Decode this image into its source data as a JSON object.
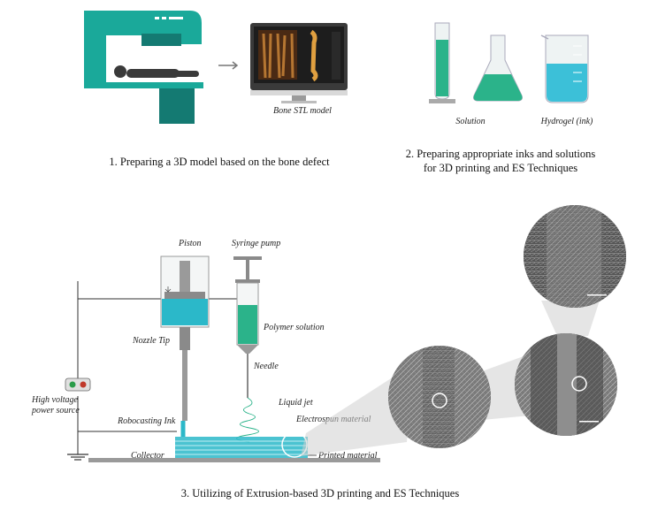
{
  "panel1": {
    "model_label": "Bone STL model",
    "caption": "1. Preparing a 3D model based on the bone defect",
    "colors": {
      "scanner": "#1aa99a",
      "scanner_dark": "#147a72",
      "patient": "#3a3a3a"
    }
  },
  "panel2": {
    "solution_label": "Solution",
    "hydrogel_label": "Hydrogel (ink)",
    "caption_line1": "2. Preparing appropriate inks and solutions",
    "caption_line2": "for 3D printing and ES Techniques",
    "colors": {
      "liquid_green": "#2bb38a",
      "liquid_blue": "#3cc0d8"
    }
  },
  "panel3": {
    "labels": {
      "piston": "Piston",
      "syringe_pump": "Syringe pump",
      "nozzle_tip": "Nozzle Tip",
      "polymer_solution": "Polymer solution",
      "needle": "Needle",
      "high_voltage_1": "High voltage",
      "high_voltage_2": "power source",
      "liquid_jet": "Liquid jet",
      "robocasting_ink": "Robocasting Ink",
      "electrospun_material": "Electrospun material",
      "collector": "Collector",
      "printed_material": "Printed material"
    },
    "caption": "3. Utilizing of Extrusion-based 3D printing and ES Techniques",
    "colors": {
      "ink": "#2bb8c9",
      "metal": "#9a9a9a",
      "sem": "#6a6a6a"
    }
  }
}
